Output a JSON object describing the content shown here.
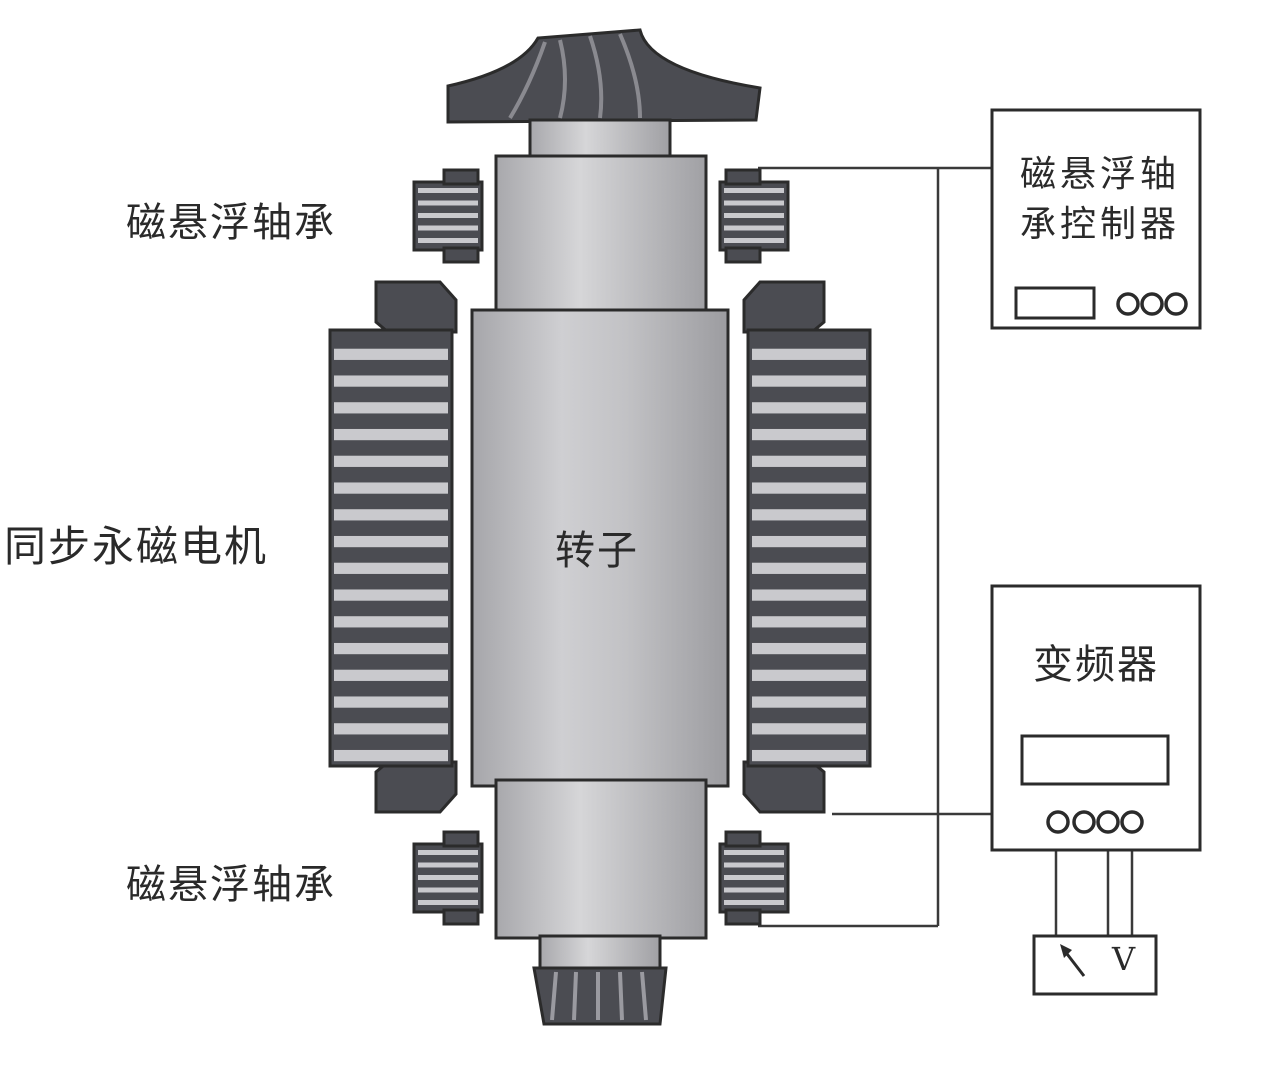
{
  "labels": {
    "bearing_top": "磁悬浮轴承",
    "bearing_bottom": "磁悬浮轴承",
    "motor": "同步永磁电机",
    "rotor": "转子",
    "controller": "磁悬浮轴承控制器",
    "inverter": "变频器",
    "voltmeter": "V"
  },
  "colors": {
    "dark": "#4b4c52",
    "light_stripe": "#c9c9cd",
    "rotor_body": "#b9b9bd",
    "outline": "#2b2b2b",
    "wire": "#3a3a3a"
  }
}
